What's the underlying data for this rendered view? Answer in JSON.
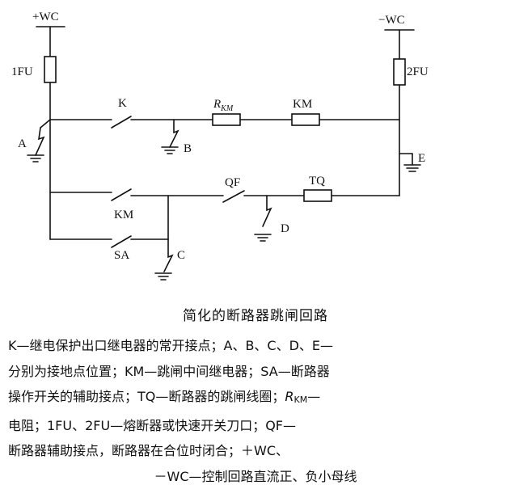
{
  "diagram": {
    "labels": {
      "plus_wc": "+WC",
      "minus_wc": "−WC",
      "fu1": "1FU",
      "fu2": "2FU",
      "k": "K",
      "r_km_main": "R",
      "r_km_sub": "KM",
      "km_top": "KM",
      "a": "A",
      "b": "B",
      "c": "C",
      "d": "D",
      "e": "E",
      "qf": "QF",
      "tq": "TQ",
      "km_mid": "KM",
      "sa": "SA"
    }
  },
  "caption": {
    "title": "简化的断路器跳闸回路",
    "line1": "K—继电保护出口继电器的常开接点；A、B、C、D、E—",
    "line2": "分别为接地点位置；KM—跳闸中间继电器；SA—断路器",
    "line3_a": "操作开关的辅助接点；TQ—断路器的跳闸线圈；",
    "line3_r": "R",
    "line3_sub": "KM",
    "line3_b": "—",
    "line4": "电阻；1FU、2FU—熔断器或快速开关刀口；QF—",
    "line5": "断路器辅助接点，断路器在合位时闭合；＋WC、",
    "line6": "－WC—控制回路直流正、负小母线"
  }
}
